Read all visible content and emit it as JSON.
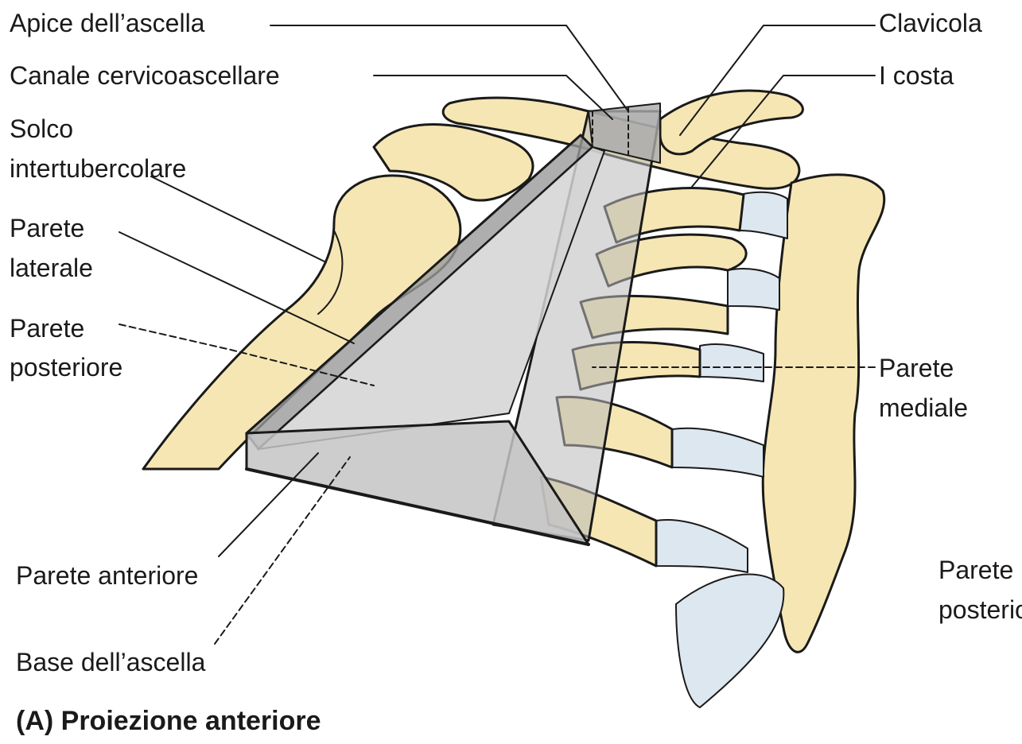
{
  "labels": {
    "apice": "Apice dell’ascella",
    "canale": "Canale cervicoascellare",
    "solco_1": "Solco",
    "solco_2": "intertubercolare",
    "laterale_1": "Parete",
    "laterale_2": "laterale",
    "posteriore_1": "Parete",
    "posteriore_2": "posteriore",
    "anteriore": "Parete anteriore",
    "base": "Base dell’ascella",
    "clavicola": "Clavicola",
    "costa": "I costa",
    "mediale_1": "Parete",
    "mediale_2": "mediale",
    "posteriore_right_1": "Parete",
    "posteriore_right_2": "posteriore"
  },
  "caption": "(A) Proiezione anteriore",
  "colors": {
    "bone": "#f5e6b3",
    "bone_shadow": "#e3c98a",
    "cartilage": "#dde7ef",
    "wall": "#c9c9c9",
    "outline": "#1a1a1a"
  }
}
